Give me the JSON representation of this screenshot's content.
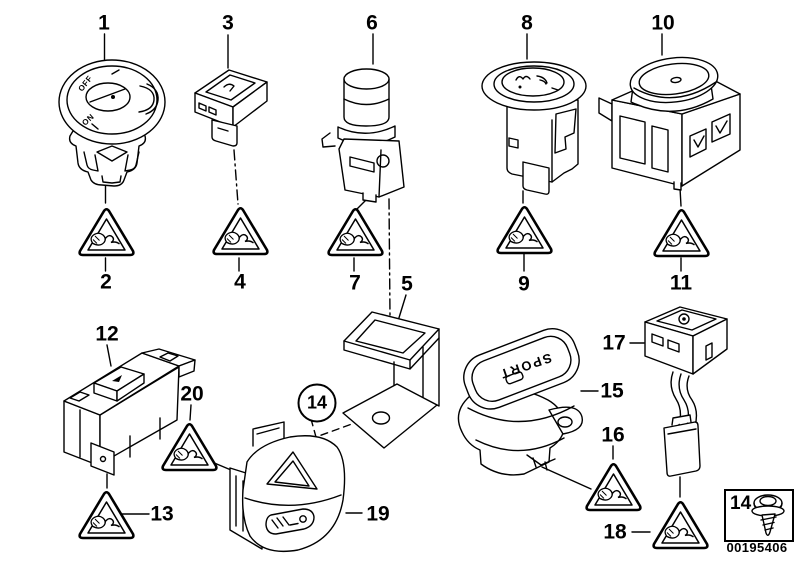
{
  "diagram": {
    "type": "vehicle-switch-parts-diagram",
    "image_number": "00195406",
    "callouts": {
      "n1": "1",
      "n2": "2",
      "n3": "3",
      "n4": "4",
      "n5": "5",
      "n6": "6",
      "n7": "7",
      "n8": "8",
      "n9": "9",
      "n10": "10",
      "n11": "11",
      "n12": "12",
      "n13": "13",
      "n14": "14",
      "n15": "15",
      "n16": "16",
      "n17": "17",
      "n18": "18",
      "n19": "19",
      "n20": "20"
    },
    "part_markings": {
      "switch1_off": "OFF",
      "switch1_on": "ON",
      "sport_cap": "SPORT"
    },
    "colors": {
      "line": "#000000",
      "background": "#ffffff"
    }
  }
}
